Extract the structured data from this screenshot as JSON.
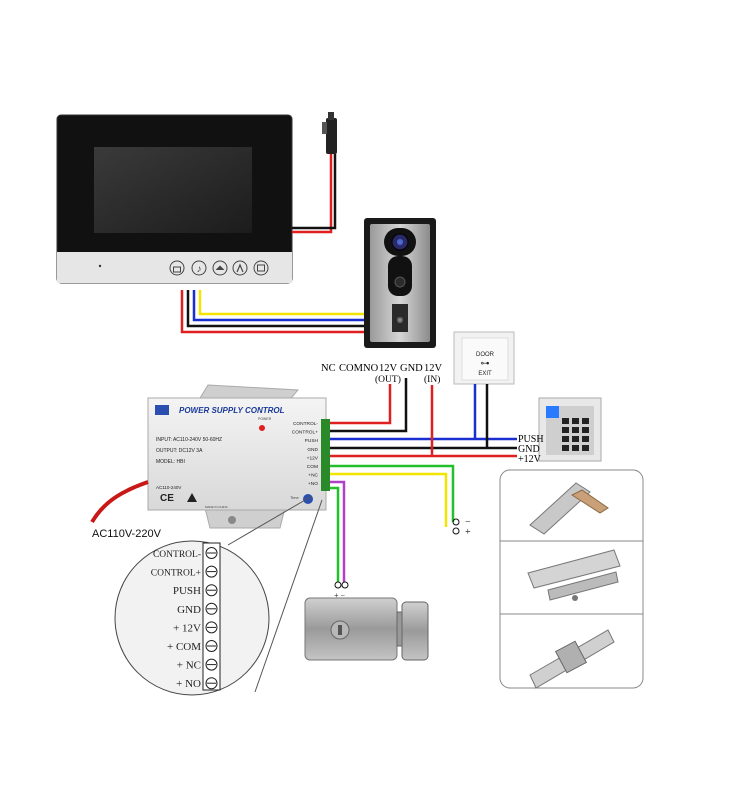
{
  "doorbell_terminals": {
    "nc": "NC",
    "com": "COM",
    "no": "NO",
    "out_12v": "12V",
    "out_sub": "(OUT)",
    "gnd": "GND",
    "in_12v": "12V",
    "in_sub": "(IN)"
  },
  "exit_button": {
    "top_label": "DOOR",
    "bottom_label": "EXIT"
  },
  "keypad_wires": {
    "push": "PUSH",
    "gnd": "GND",
    "plus12": "+12V"
  },
  "power_supply": {
    "brand": "POWER SUPPLY CONTROL",
    "power_led_label": "POWER",
    "spec_input": "INPUT: AC110-240V  50-60HZ",
    "spec_output": "OUTPUT: DC12V  3A",
    "spec_model": "MODEL: HBI",
    "ac_small": "AC110-240V",
    "made_in": "MADE IN CHINA",
    "time_label": "Time",
    "terminals": [
      "CONTROL-",
      "CONTROL+",
      "PUSH",
      "GND",
      "+12V",
      "COM",
      "+NC",
      "+NO"
    ]
  },
  "ac_label": "AC110V-220V",
  "zoom_terminals": [
    "CONTROL-",
    "CONTROL+",
    "PUSH",
    "GND",
    "+ 12V",
    "+ COM",
    "+ NC",
    "+ NO"
  ],
  "lock_wire_polarity": {
    "minus": "−",
    "plus": "+"
  },
  "lock_terminal_symbols": "+ −",
  "colors": {
    "red": "#e02020",
    "black": "#111111",
    "blue": "#1a2fd0",
    "yellow": "#f2e600",
    "green": "#22c02a",
    "purple": "#b040c8"
  }
}
